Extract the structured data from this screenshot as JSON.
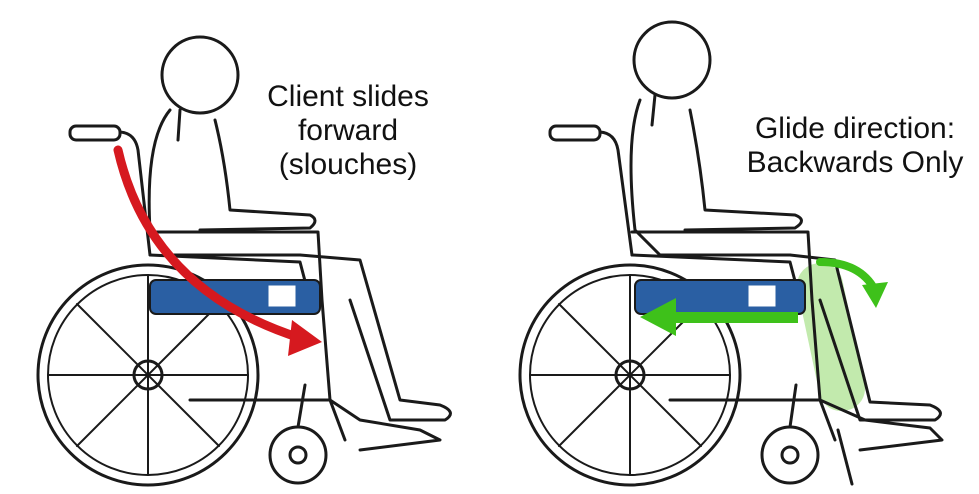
{
  "panels": [
    {
      "caption_lines": [
        "Client slides",
        "forward",
        "(slouches)"
      ],
      "arrow_color": "#d6191f"
    },
    {
      "caption_lines": [
        "Glide direction:",
        "Backwards Only"
      ],
      "arrow_color": "#3ec11a"
    }
  ],
  "colors": {
    "cushion": "#2a5fa3",
    "outline": "#1a1a1a",
    "green_glow": "#8fd86a"
  }
}
